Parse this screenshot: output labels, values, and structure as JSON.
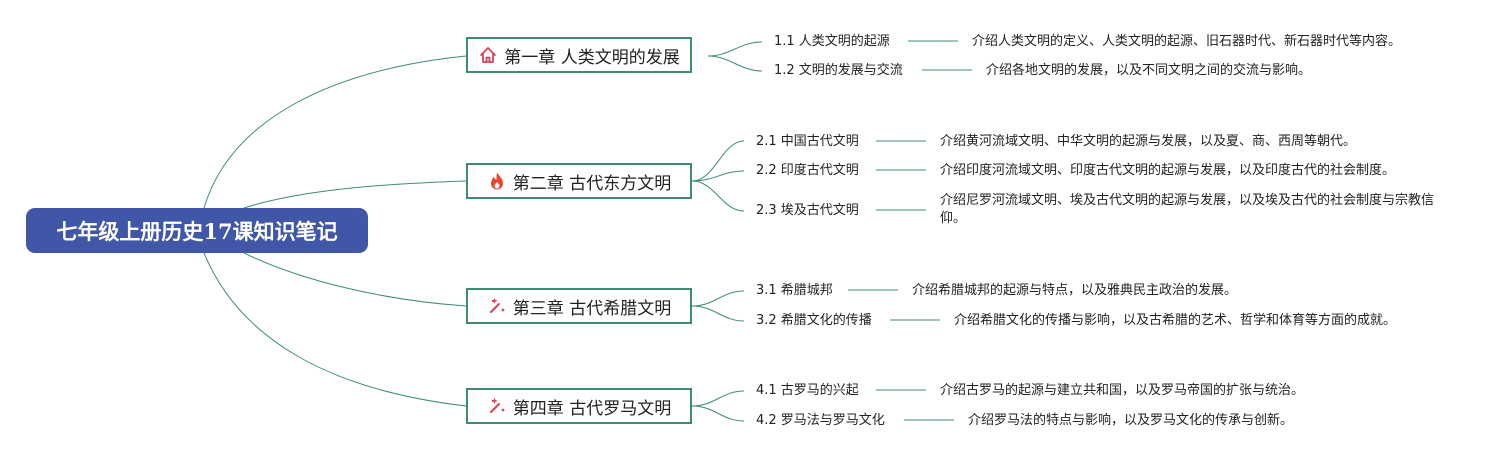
{
  "root": {
    "title": "七年级上册历史17课知识笔记"
  },
  "chapters": [
    {
      "title": "第一章 人类文明的发展",
      "icon": "house-icon",
      "sections": [
        {
          "title": "1.1 人类文明的起源",
          "desc": "介绍人类文明的定义、人类文明的起源、旧石器时代、新石器时代等内容。"
        },
        {
          "title": "1.2 文明的发展与交流",
          "desc": "介绍各地文明的发展，以及不同文明之间的交流与影响。"
        }
      ]
    },
    {
      "title": "第二章 古代东方文明",
      "icon": "fire-icon",
      "sections": [
        {
          "title": "2.1 中国古代文明",
          "desc": "介绍黄河流域文明、中华文明的起源与发展，以及夏、商、西周等朝代。"
        },
        {
          "title": "2.2 印度古代文明",
          "desc": "介绍印度河流域文明、印度古代文明的起源与发展，以及印度古代的社会制度。"
        },
        {
          "title": "2.3 埃及古代文明",
          "desc": "介绍尼罗河流域文明、埃及古代文明的起源与发展，以及埃及古代的社会制度与宗教信仰。"
        }
      ]
    },
    {
      "title": "第三章 古代希腊文明",
      "icon": "sparkle-wand-icon",
      "sections": [
        {
          "title": "3.1 希腊城邦",
          "desc": "介绍希腊城邦的起源与特点，以及雅典民主政治的发展。"
        },
        {
          "title": "3.2 希腊文化的传播",
          "desc": "介绍希腊文化的传播与影响，以及古希腊的艺术、哲学和体育等方面的成就。"
        }
      ]
    },
    {
      "title": "第四章 古代罗马文明",
      "icon": "sparkle-wand-icon",
      "sections": [
        {
          "title": "4.1 古罗马的兴起",
          "desc": "介绍古罗马的起源与建立共和国，以及罗马帝国的扩张与统治。"
        },
        {
          "title": "4.2 罗马法与罗马文化",
          "desc": "介绍罗马法的特点与影响，以及罗马文化的传承与创新。"
        }
      ]
    }
  ],
  "colors": {
    "root_fill": "#3f57a6",
    "branch_line": "#3c8c75",
    "house_icon": "#d9415c",
    "fire_icon": "#e8452c",
    "sparkle_icon": "#d9415c"
  }
}
